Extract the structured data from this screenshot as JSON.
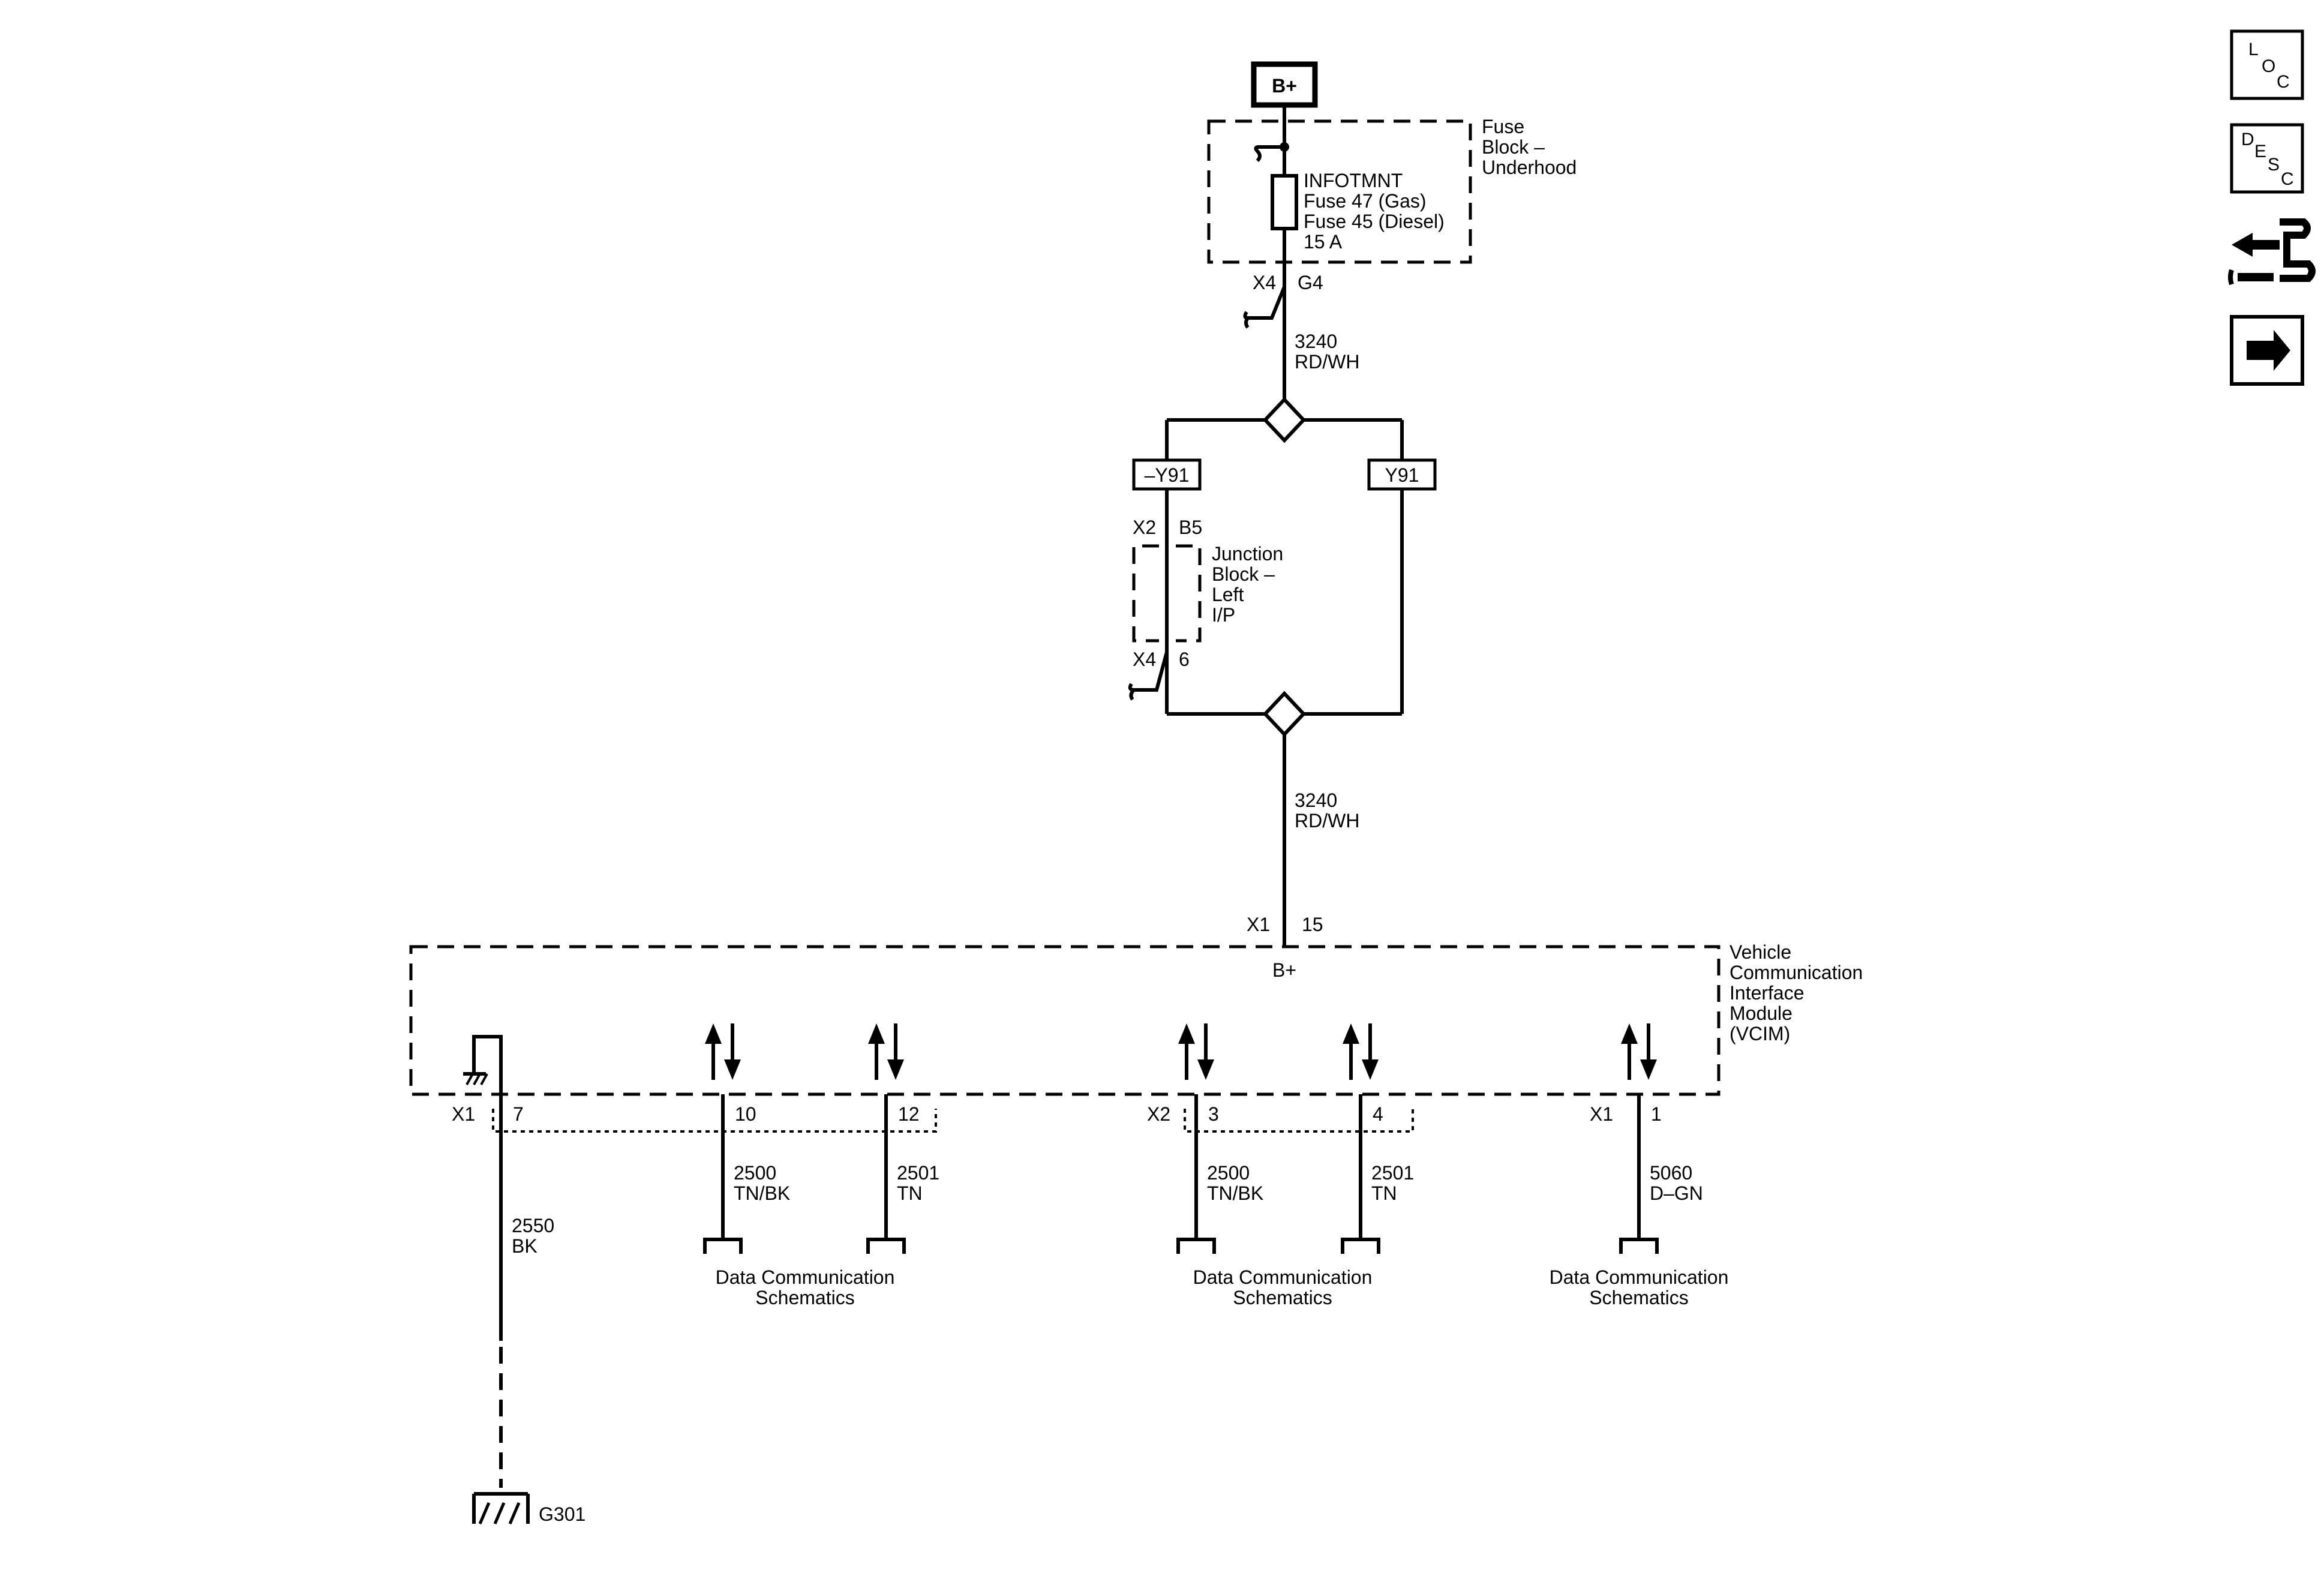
{
  "power_source": {
    "label": "B+"
  },
  "fuse_block": {
    "name_line1": "Fuse",
    "name_line2": "Block –",
    "name_line3": "Underhood",
    "fuse_line1": "INFOTMNT",
    "fuse_line2": "Fuse 47 (Gas)",
    "fuse_line3": "Fuse 45 (Diesel)",
    "fuse_line4": "15 A",
    "out_connector": "X4",
    "out_pin": "G4"
  },
  "wire_upper": {
    "circuit": "3240",
    "color": "RD/WH"
  },
  "option_left": {
    "label": "–Y91"
  },
  "option_right": {
    "label": "Y91"
  },
  "junction_block": {
    "in_connector": "X2",
    "in_pin": "B5",
    "name_line1": "Junction",
    "name_line2": "Block –",
    "name_line3": "Left",
    "name_line4": "I/P",
    "out_connector": "X4",
    "out_pin": "6"
  },
  "wire_lower": {
    "circuit": "3240",
    "color": "RD/WH"
  },
  "vcim": {
    "in_connector": "X1",
    "in_pin": "15",
    "power_label": "B+",
    "name_line1": "Vehicle",
    "name_line2": "Communication",
    "name_line3": "Interface",
    "name_line4": "Module",
    "name_line5": "(VCIM)"
  },
  "pins": [
    {
      "connector": "X1",
      "pin": "7"
    },
    {
      "connector": "",
      "pin": "10"
    },
    {
      "connector": "",
      "pin": "12"
    },
    {
      "connector": "X2",
      "pin": "3"
    },
    {
      "connector": "",
      "pin": "4"
    },
    {
      "connector": "X1",
      "pin": "1"
    }
  ],
  "wires_bottom": [
    {
      "circuit": "2550",
      "color": "BK"
    },
    {
      "circuit": "2500",
      "color": "TN/BK"
    },
    {
      "circuit": "2501",
      "color": "TN"
    },
    {
      "circuit": "2500",
      "color": "TN/BK"
    },
    {
      "circuit": "2501",
      "color": "TN"
    },
    {
      "circuit": "5060",
      "color": "D–GN"
    }
  ],
  "destinations": [
    {
      "line1": "Data Communication",
      "line2": "Schematics"
    },
    {
      "line1": "Data Communication",
      "line2": "Schematics"
    },
    {
      "line1": "Data Communication",
      "line2": "Schematics"
    }
  ],
  "ground": {
    "label": "G301"
  },
  "nav": {
    "loc": [
      "L",
      "O",
      "C"
    ],
    "desc": [
      "D",
      "E",
      "S",
      "C"
    ],
    "connector_icon": "connector-views-icon",
    "next_icon": "next-arrow-icon"
  }
}
